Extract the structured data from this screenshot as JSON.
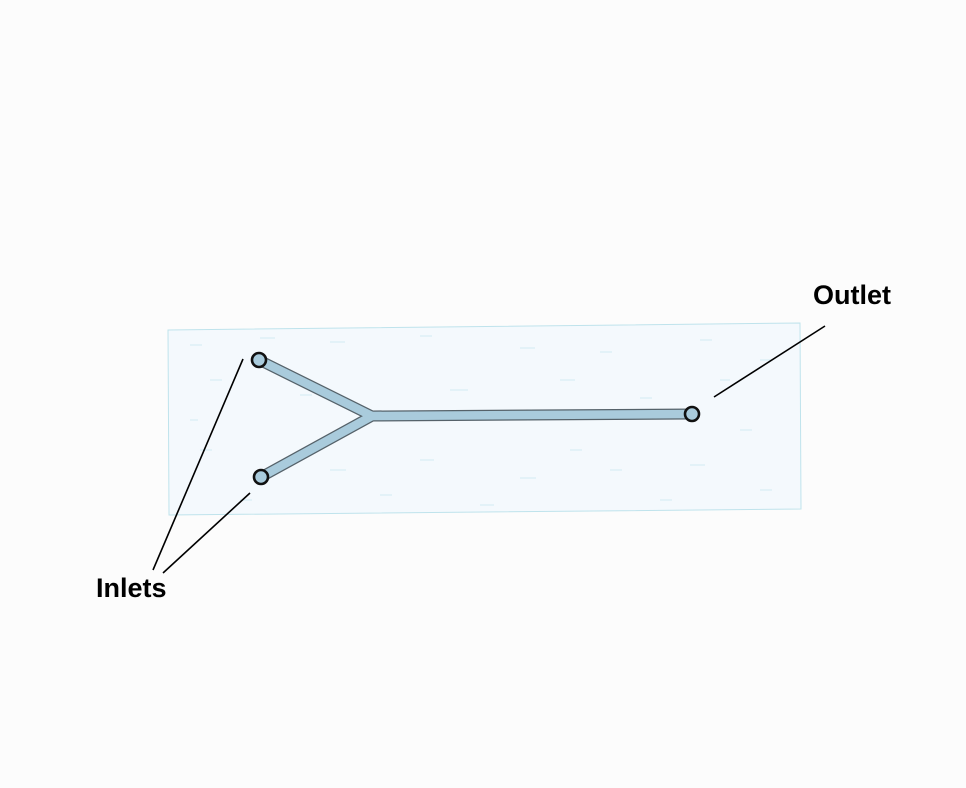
{
  "colors": {
    "background": "#fcfcfc",
    "chip_fill": "#f4f9fd",
    "chip_border": "#bfe3ec",
    "channel_fill": "#a9cbdc",
    "channel_outline": "#55626a",
    "port_fill": "#a9cbdc",
    "port_stroke": "#111111",
    "leader_line": "#000000"
  },
  "labels": {
    "inlets": "Inlets",
    "outlet": "Outlet"
  },
  "components": {
    "chip": "microfluidic-chip",
    "channels": [
      "inlet-channel-upper",
      "inlet-channel-lower",
      "main-channel"
    ],
    "ports": [
      "inlet-port-upper",
      "inlet-port-lower",
      "outlet-port"
    ]
  }
}
